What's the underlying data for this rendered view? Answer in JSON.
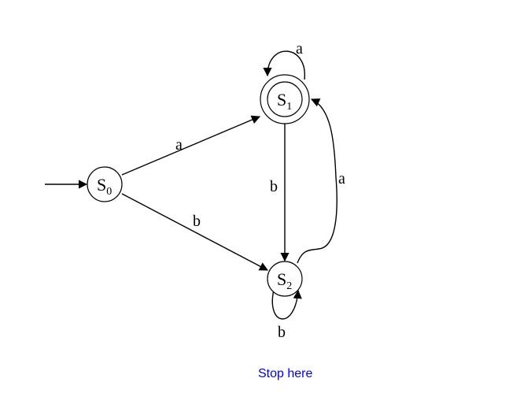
{
  "diagram": {
    "states": [
      {
        "id": "S0",
        "letter": "S",
        "sub": "0"
      },
      {
        "id": "S1",
        "letter": "S",
        "sub": "1"
      },
      {
        "id": "S2",
        "letter": "S",
        "sub": "2"
      }
    ],
    "transitions": [
      {
        "from": "S0",
        "to": "S1",
        "label": "a"
      },
      {
        "from": "S0",
        "to": "S2",
        "label": "b"
      },
      {
        "from": "S1",
        "to": "S1",
        "label": "a"
      },
      {
        "from": "S1",
        "to": "S2",
        "label": "b"
      },
      {
        "from": "S2",
        "to": "S1",
        "label": "a"
      },
      {
        "from": "S2",
        "to": "S2",
        "label": "b"
      }
    ]
  },
  "link": {
    "text": "Stop here"
  }
}
